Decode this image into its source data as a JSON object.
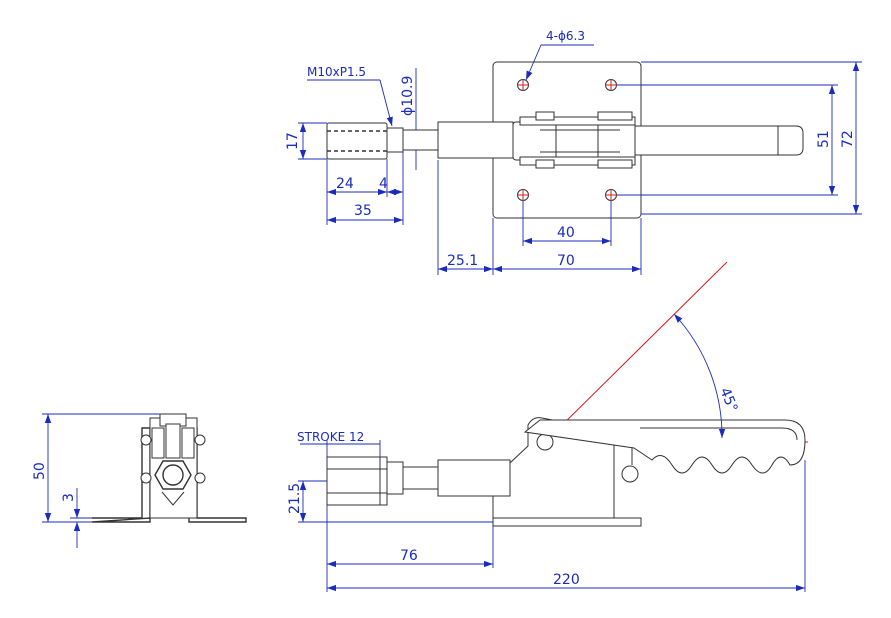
{
  "colors": {
    "dimension": "#1a2bbd",
    "part": "#333333",
    "centerline": "#d81e1e",
    "background": "#ffffff"
  },
  "top_view": {
    "hole_callout": "4-ϕ6.3",
    "thread_callout": "M10xP1.5",
    "dia_callout": "ϕ10.9",
    "dim_17": "17",
    "dim_24": "24",
    "dim_4": "4",
    "dim_35": "35",
    "dim_25_1": "25.1",
    "dim_70": "70",
    "dim_40": "40",
    "dim_51": "51",
    "dim_72": "72"
  },
  "end_view": {
    "dim_50": "50",
    "dim_3": "3"
  },
  "side_view": {
    "stroke_callout": "STROKE 12",
    "dim_21_5": "21.5",
    "dim_76": "76",
    "dim_220": "220",
    "angle": "45°"
  }
}
